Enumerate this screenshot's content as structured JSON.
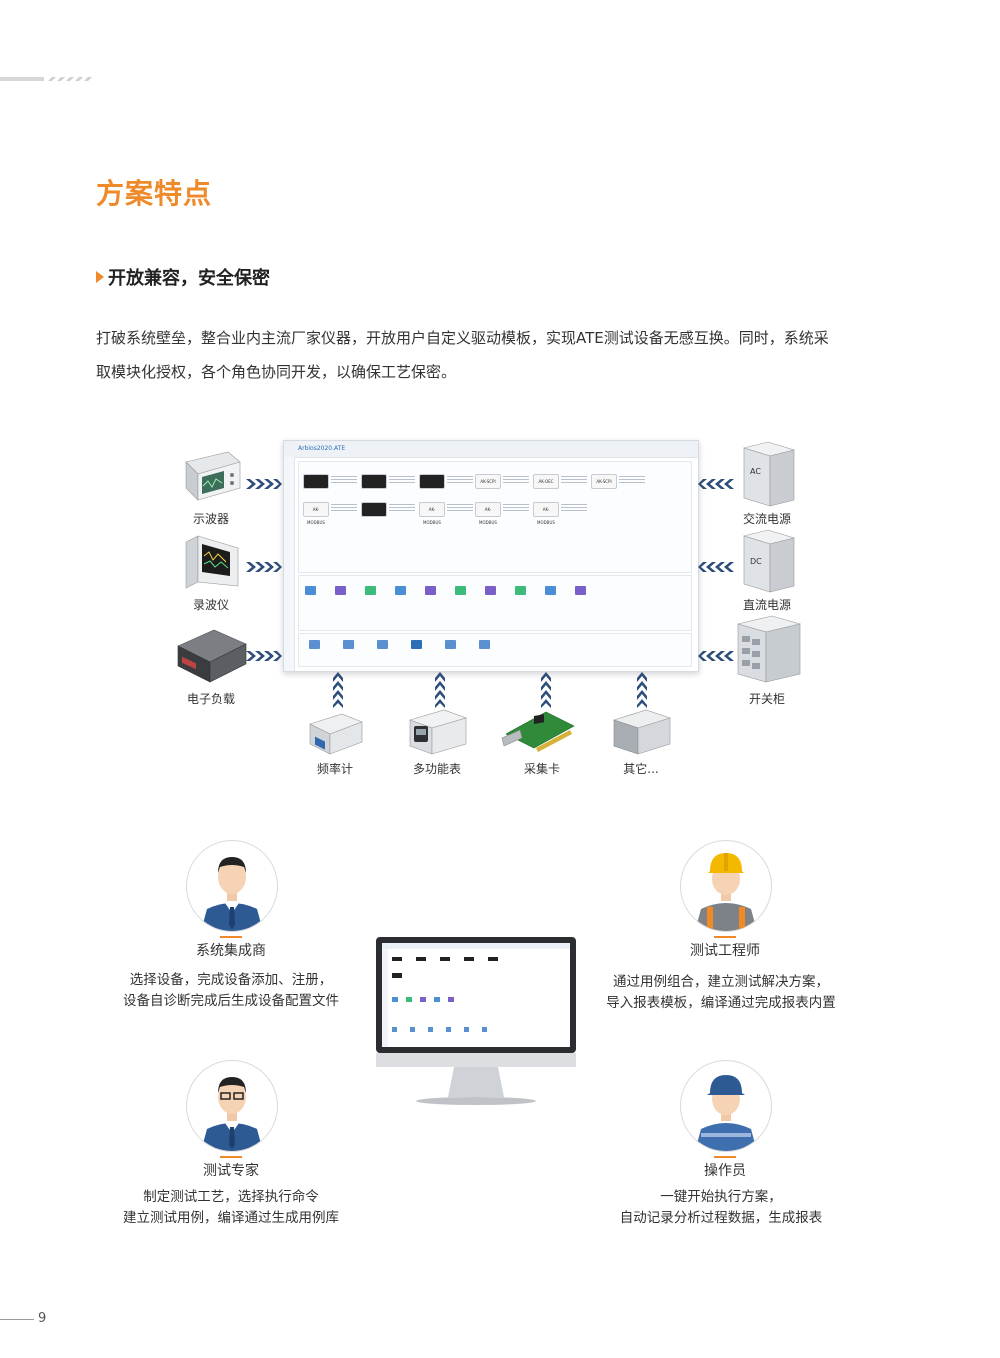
{
  "heading": "方案特点",
  "subheading": "开放兼容，安全保密",
  "paragraph": [
    "打破系统壁垒，整合业内主流厂家仪器，开放用户自定义驱动模板，实现ATE测试设备无感互换。同时，系统采",
    "取模块化授权，各个角色协同开发，以确保工艺保密。"
  ],
  "software": {
    "app_title": "Arbios2020.ATE",
    "chips_row1": [
      "",
      "",
      "",
      "AK-SCPI",
      "AK-OEC",
      "AK-SCPI"
    ],
    "chips_row2": [
      "AK-MODBUS",
      "",
      "AK-MODBUS",
      "AK-MODBUS",
      "AK-MODBUS"
    ]
  },
  "devices_left": [
    {
      "label": "示波器",
      "icon": "oscilloscope-icon"
    },
    {
      "label": "录波仪",
      "icon": "wave-recorder-icon"
    },
    {
      "label": "电子负载",
      "icon": "electronic-load-icon"
    }
  ],
  "devices_right": [
    {
      "label": "交流电源",
      "icon": "ac-power-icon",
      "tag": "AC"
    },
    {
      "label": "直流电源",
      "icon": "dc-power-icon",
      "tag": "DC"
    },
    {
      "label": "开关柜",
      "icon": "switch-cabinet-icon"
    }
  ],
  "devices_bottom": [
    {
      "label": "频率计",
      "icon": "frequency-counter-icon"
    },
    {
      "label": "多功能表",
      "icon": "multimeter-icon"
    },
    {
      "label": "采集卡",
      "icon": "acquisition-card-icon"
    },
    {
      "label": "其它...",
      "icon": "other-device-icon"
    }
  ],
  "roles": [
    {
      "name": "系统集成商",
      "desc": [
        "选择设备，完成设备添加、注册，",
        "设备自诊断完成后生成设备配置文件"
      ]
    },
    {
      "name": "测试工程师",
      "desc": [
        "通过用例组合，建立测试解决方案，",
        "导入报表模板，编译通过完成报表内置"
      ]
    },
    {
      "name": "测试专家",
      "desc": [
        "制定测试工艺，选择执行命令",
        "建立测试用例，编译通过生成用例库"
      ]
    },
    {
      "name": "操作员",
      "desc": [
        "一键开始执行方案，",
        "自动记录分析过程数据，生成报表"
      ]
    }
  ],
  "page_number": "9",
  "colors": {
    "accent": "#ef8a2b",
    "arrow": "#2f4d7a",
    "suit": "#2e5a94"
  }
}
